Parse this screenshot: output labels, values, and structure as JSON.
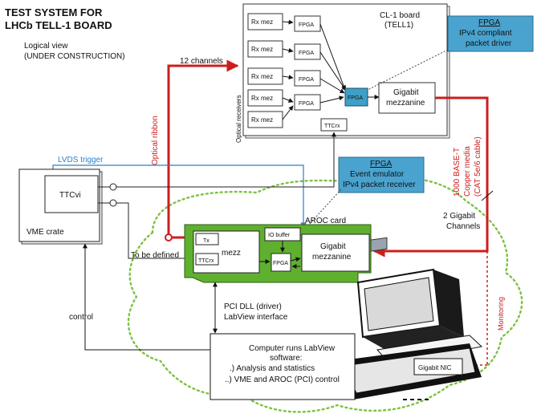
{
  "title": {
    "line1": "TEST SYSTEM FOR",
    "line2": "LHCb TELL-1 BOARD"
  },
  "subtitle": {
    "line1": "Logical view",
    "line2": "(UNDER CONSTRUCTION)"
  },
  "cl1_board": {
    "label_line1": "CL-1 board",
    "label_line2": "(TELL1)",
    "rx_label": "Rx mez",
    "fpga_label": "FPGA",
    "center_fpga_label": "FPGA",
    "gigabit_line1": "Gigabit",
    "gigabit_line2": "mezzanine",
    "ttcrx_label": "TTCrx",
    "optical_receivers": "Optical receivers"
  },
  "fpga_callout_top": {
    "heading": "FPGA",
    "line1": "IPv4 compliant",
    "line2": "packet driver"
  },
  "fpga_callout_mid": {
    "heading": "FPGA",
    "line1": "Event emulator",
    "line2": "IPv4 packet receiver"
  },
  "links": {
    "twelve_channels": "12 channels",
    "optical_ribbon": "Optical ribbon",
    "lvds_trigger": "LVDS trigger",
    "copper_line1": "1000 BASE-T",
    "copper_line2": "Copper media",
    "copper_line3": "(CAT 5e/6 cable)",
    "two_gigabit_line1": "2 Gigabit",
    "two_gigabit_line2": "Channels",
    "to_be_defined": "To be defined",
    "pci_line1": "PCI DLL (driver)",
    "pci_line2": "LabView interface",
    "control": "control",
    "monitoring": "Monitoring"
  },
  "vme": {
    "ttcvi": "TTCvi",
    "crate": "VME crate"
  },
  "aroc": {
    "card_label": "AROC card",
    "tx": "Tx",
    "ttcrx": "TTCrx",
    "mezz": "mezz",
    "io_buffer": "IO  buffer",
    "fpga": "FPGA",
    "gigabit_line1": "Gigabit",
    "gigabit_line2": "mezzanine"
  },
  "computer": {
    "line1": "Computer runs LabView",
    "line2": "software:",
    "line3": ".) Analysis and statistics",
    "line4": "..) VME  and AROC (PCI) control",
    "nic": "Gigabit NIC"
  },
  "colors": {
    "red_link": "#cc1e1e",
    "blue_link": "#2d7fc9",
    "callout_fill": "#4aa3cf",
    "aroc_green": "#5fb02f",
    "dotted_green": "#7dc242",
    "center_fpga_fill": "#3f9fc6"
  },
  "icons": [
    "computer-illustration-icon",
    "connector-circle-icon"
  ]
}
